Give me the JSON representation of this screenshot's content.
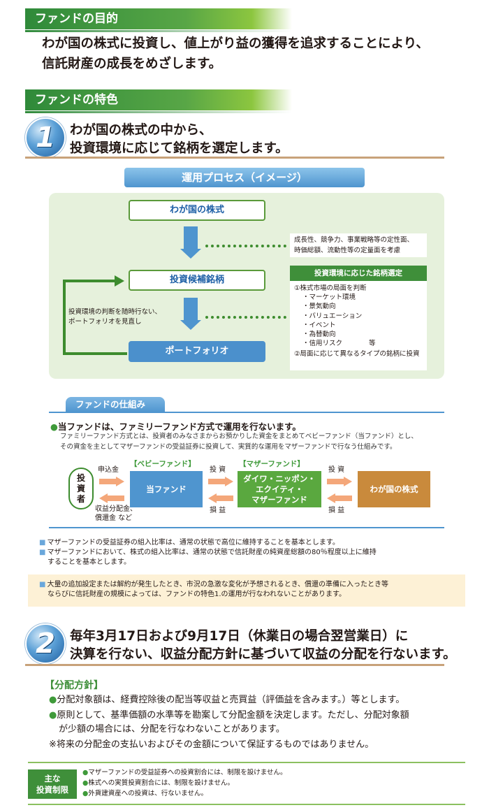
{
  "purpose": {
    "header": "ファンドの目的",
    "lines": [
      "わが国の株式に投資し、値上がり益の獲得を追求することにより、",
      "信託財産の成長をめざします。"
    ]
  },
  "features": {
    "header": "ファンドの特色",
    "feature1": {
      "number": "1",
      "lines": [
        "わが国の株式の中から、",
        "投資環境に応じて銘柄を選定します。"
      ]
    },
    "process": {
      "title": "運用プロセス（イメージ）",
      "node_stocks": "わが国の株式",
      "node_candidates": "投資候補銘柄",
      "node_portfolio": "ポートフォリオ",
      "analysis_lines": [
        "成長性、競争力、事業戦略等の定性面、",
        "時価総額、流動性等の定量面を考慮"
      ],
      "selection_title": "投資環境に応じた銘柄選定",
      "selection_items": [
        "①株式市場の局面を判断",
        "・マーケット環境",
        "・景気動向",
        "・バリュエーション",
        "・イベント",
        "・為替動向",
        "・信用リスク　　　　等",
        "②局面に応じて異なるタイプの銘柄に投資"
      ],
      "feedback_lines": [
        "投資環境の判断を随時行ない、",
        "ポートフォリオを見直し"
      ]
    },
    "mechanism": {
      "tab": "ファンドの仕組み",
      "bullet_title": "当ファンドは、ファミリーファンド方式で運用を行ないます。",
      "desc_lines": [
        "ファミリーファンド方式とは、投資者のみなさまからお預かりした資金をまとめてベビーファンド（当ファンド）とし、",
        "その資金を主としてマザーファンドの受益証券に投資して、実質的な運用をマザーファンドで行なう仕組みです。"
      ],
      "investor": [
        "投",
        "資",
        "者"
      ],
      "subscription": "申込金",
      "distribution_lines": [
        "収益分配金、",
        "償還金 など"
      ],
      "baby_label": "【ベビーファンド】",
      "baby_fund": "当ファンド",
      "invest1": "投 資",
      "pl1": "損 益",
      "mother_label": "【マザーファンド】",
      "mother_fund_lines": [
        "ダイワ・ニッポン・",
        "エクイティ・",
        "マザーファンド"
      ],
      "invest2": "投 資",
      "pl2": "損 益",
      "target": "わが国の株式"
    },
    "notes": [
      "マザーファンドの受益証券の組入比率は、通常の状態で高位に維持することを基本とします。",
      "マザーファンドにおいて、株式の組入比率は、通常の状態で信託財産の純資産総額の80％程度以上に維持",
      "することを基本とします。"
    ],
    "warning_lines": [
      "大量の追加設定または解約が発生したとき、市況の急激な変化が予想されるとき、償還の準備に入ったとき等",
      "ならびに信託財産の規模によっては、ファンドの特色1.の運用が行なわれないことがあります。"
    ],
    "feature2": {
      "number": "2",
      "lines": [
        "毎年3月17日および9月17日（休業日の場合翌営業日）に",
        "決算を行ない、収益分配方針に基づいて収益の分配を行ないます。"
      ]
    },
    "policy": {
      "title": "【分配方針】",
      "item1": "分配対象額は、経費控除後の配当等収益と売買益（評価益を含みます。）等とします。",
      "item2_lines": [
        "原則として、基準価額の水準等を勘案して分配金額を決定します。ただし、分配対象額",
        "が少額の場合には、分配を行なわないことがあります。"
      ],
      "disclaimer": "※将来の分配金の支払いおよびその金額について保証するものではありません。"
    },
    "limits": {
      "tag_lines": [
        "主な",
        "投資制限"
      ],
      "items": [
        "マザーファンドの受益証券への投資割合には、制限を設けません。",
        "株式への実質投資割合には、制限を設けません。",
        "外貨建資産への投資は、行ないません。"
      ]
    }
  },
  "colors": {
    "green": "#3f8f3a",
    "blue": "#4f95cf",
    "orange": "#c98a3c",
    "light_green_bg": "#e6f1dc",
    "warn_bg": "#fdf1d6"
  }
}
